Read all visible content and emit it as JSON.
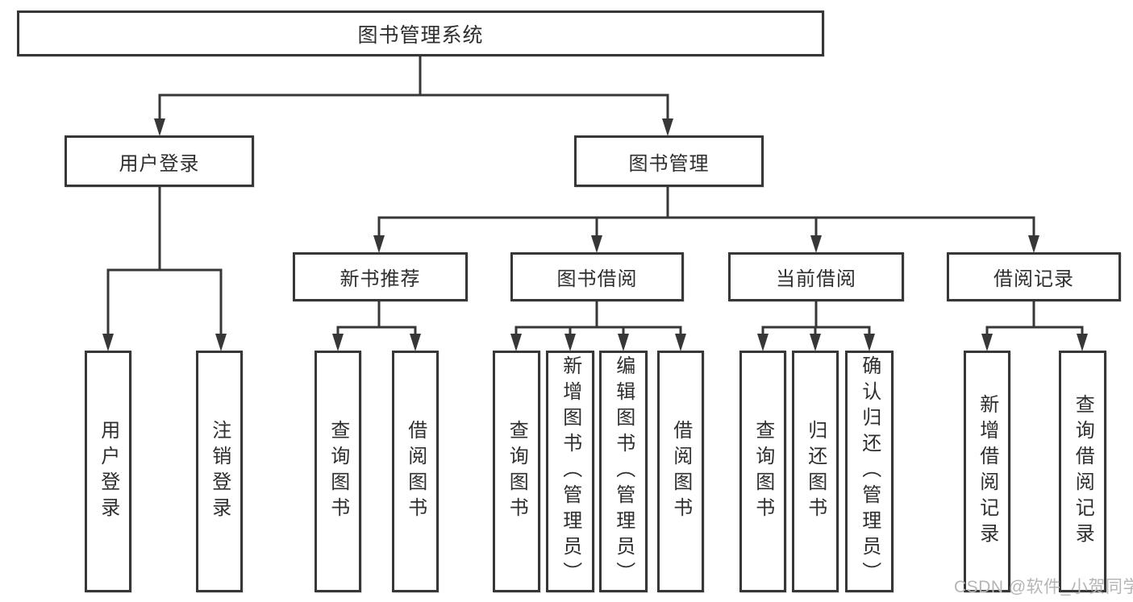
{
  "diagram": {
    "title": "图书管理系统",
    "root": {
      "label": "图书管理系统"
    },
    "level2": {
      "user_login": {
        "label": "用户登录"
      },
      "book_management": {
        "label": "图书管理"
      }
    },
    "level3": {
      "new_book_recommend": {
        "label": "新书推荐"
      },
      "book_borrow": {
        "label": "图书借阅"
      },
      "current_borrow": {
        "label": "当前借阅"
      },
      "borrow_records": {
        "label": "借阅记录"
      }
    },
    "leaves": {
      "user_login": [
        "用户登录",
        "注销登录"
      ],
      "new_book": [
        "查询图书",
        "借阅图书"
      ],
      "book_borrow": [
        "查询图书",
        "新增图书（管理员）",
        "编辑图书（管理员）",
        "借阅图书"
      ],
      "current_borrow": [
        "查询图书",
        "归还图书",
        "确认归还（管理员）"
      ],
      "borrow_records": [
        "新增借阅记录",
        "查询借阅记录"
      ]
    }
  },
  "watermark": {
    "text": "CSDN @软件_小贺同学"
  },
  "colors": {
    "line": "#373737",
    "box_border": "#373737",
    "text": "#2e2e2e",
    "background": "#ffffff",
    "watermark": "#b5b5b5"
  }
}
